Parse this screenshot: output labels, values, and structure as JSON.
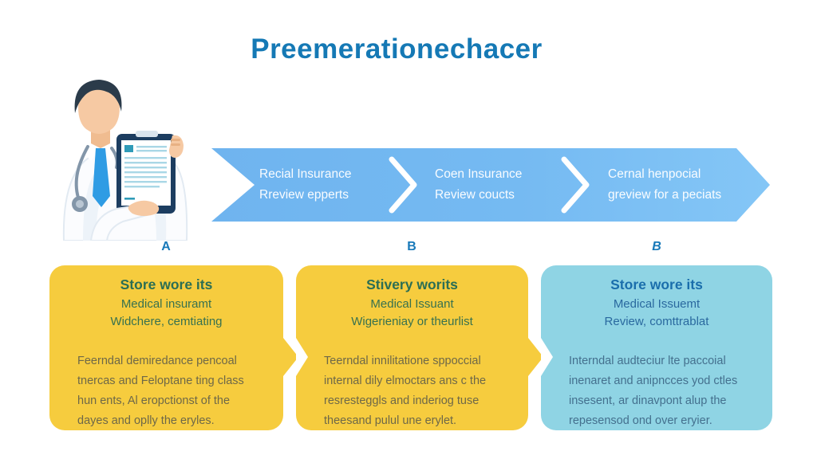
{
  "title": "Preemerationechacer",
  "colors": {
    "title_blue": "#1579B5",
    "banner_blue": "#75BAF2",
    "box_yellow": "#F6CC3E",
    "box_teal": "#8FD4E4",
    "heading_green": "#2B6E54",
    "heading_blue": "#1A6EAC"
  },
  "banner": {
    "segments": [
      {
        "line1": "Recial Insurance",
        "line2": "Rreview epperts"
      },
      {
        "line1": "Coen Insurance",
        "line2": "Review coucts"
      },
      {
        "line1": "Cernal henpocial",
        "line2": "greview for a peciats"
      }
    ]
  },
  "letters": [
    "A",
    "B",
    "B"
  ],
  "boxes": [
    {
      "heading": "Store wore its",
      "sub1": "Medical insuramt",
      "sub2": "Widchere, cemtiating",
      "body_lines": [
        "Feerndal demiredance pencoal",
        "tnercas and Feloptane ting class",
        "hun ents, Al eropctionst of the",
        "dayes and oplly the eryles."
      ]
    },
    {
      "heading": "Stivery worits",
      "sub1": "Medical Issuant",
      "sub2": "Wigerieniay or theurlist",
      "body_lines": [
        "Teerndal innilitatione sppoccial",
        "internal dily elmoctars ans c the",
        "resresteggls and inderiog tuse",
        "theesand pulul une erylet."
      ]
    },
    {
      "heading": "Store wore its",
      "sub1": "Medical Issuemt",
      "sub2": "Review, comttrablat",
      "body_lines": [
        "Interndal audteciur lte paccoial",
        "inenaret and anipncces yod ctles",
        "insesent, ar dinavpont alup the",
        "repesensod ond over eryier."
      ]
    }
  ],
  "icons": {
    "doctor": "doctor-with-clipboard-illustration"
  }
}
